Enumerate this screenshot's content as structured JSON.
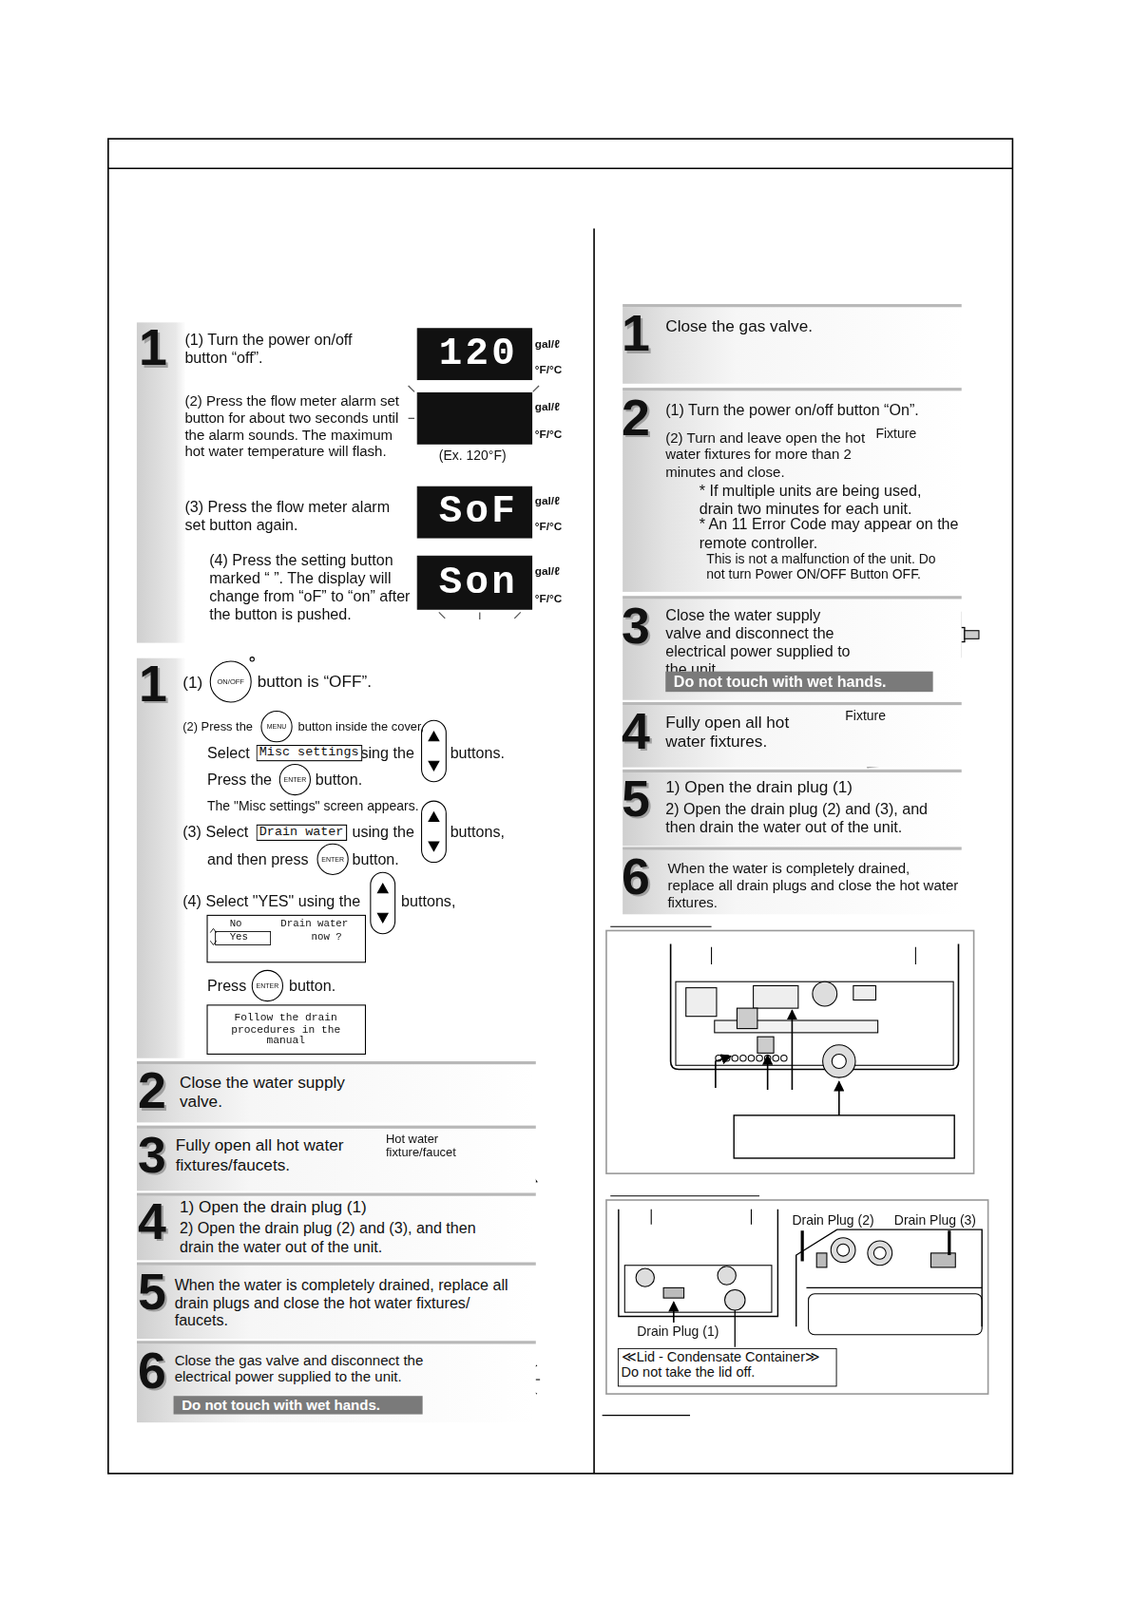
{
  "diagram": {
    "nodes": [
      {
        "text": [
          "1",
          "(1) Turn the power on/off button “off”.",
          "(2) Press the flow meter alarm set button for about two seconds until the alarm sounds. The maximum hot water temperature will flash.",
          "(3) Press the flow meter alarm set button again.",
          "(4) Press the setting button marked “ ”. The display will change from “oF” to “on” after the button is pushed."
        ]
      },
      {
        "text": [
          "1",
          "(1)",
          "button is “OFF”.",
          "(2) Press the",
          "button inside the cover,",
          "Select",
          "using the",
          "buttons.",
          "Press the",
          "button.",
          "The \"Misc settings\" screen appears.",
          "(3) Select",
          "using the",
          "buttons,",
          "and then press",
          "button.",
          "(4) Select \"YES\" using the",
          "buttons,",
          "Press",
          "button."
        ]
      },
      {
        "text": [
          "2",
          "Close the water supply valve."
        ]
      },
      {
        "text": [
          "3",
          "Fully open all hot water fixtures/faucets."
        ]
      },
      {
        "text": [
          "4",
          "1) Open the drain plug (1)",
          "2) Open the drain plug (2) and (3), and then drain the water out of the unit."
        ]
      },
      {
        "text": [
          "5",
          "When the water is completely drained, replace all drain plugs and close the hot water fixtures/ faucets."
        ]
      },
      {
        "text": [
          "6",
          "Close the gas valve and disconnect the electrical power supplied to the unit.",
          "Do not touch with wet hands."
        ]
      },
      {
        "text": [
          "1",
          "Close the gas valve."
        ]
      },
      {
        "text": [
          "2",
          "(1) Turn the power on/off button “On”.",
          "(2) Turn and leave open the hot water fixtures for more than 2 minutes and close.",
          "* If multiple units are being used, drain two minutes for each unit.",
          "* An 11 Error Code may appear on the remote controller.",
          "This is not a malfunction of the unit. Do not turn Power ON/OFF Button OFF."
        ]
      },
      {
        "text": [
          "3",
          "Close the water supply valve and disconnect the electrical power supplied to the unit.",
          "Do not touch with wet hands."
        ]
      },
      {
        "text": [
          "4",
          "Fully open all hot water fixtures."
        ]
      },
      {
        "text": [
          "5",
          "1) Open the drain plug (1)",
          "2) Open the drain plug (2) and (3), and then drain the water out of the unit."
        ]
      },
      {
        "text": [
          "6",
          "When the water is completely drained, replace all drain plugs and close the hot water fixtures."
        ]
      },
      {
        "text": [
          "≪Lid - Condensate Container≫ Do not take the lid off."
        ]
      }
    ],
    "labels": [
      "gal/ℓ",
      "°F/°C",
      "120",
      "gal/ℓ",
      "°F/°C",
      "(Ex. 120°F)",
      "SoF",
      "gal/ℓ",
      "°F/°C",
      "Son",
      "gal/ℓ",
      "°F/°C",
      "ON/OFF",
      "MENU",
      "Misc settings",
      "ENTER",
      "Drain water",
      "ENTER",
      "No",
      "Drain water",
      "Yes",
      "now ?",
      "ENTER",
      "Follow the drain procedures in the manual",
      "Hot water fixture/faucet",
      "Fixture",
      "Fixture",
      "Drain Plug (2)",
      "Drain Plug (3)",
      "Drain Plug (1)"
    ]
  }
}
